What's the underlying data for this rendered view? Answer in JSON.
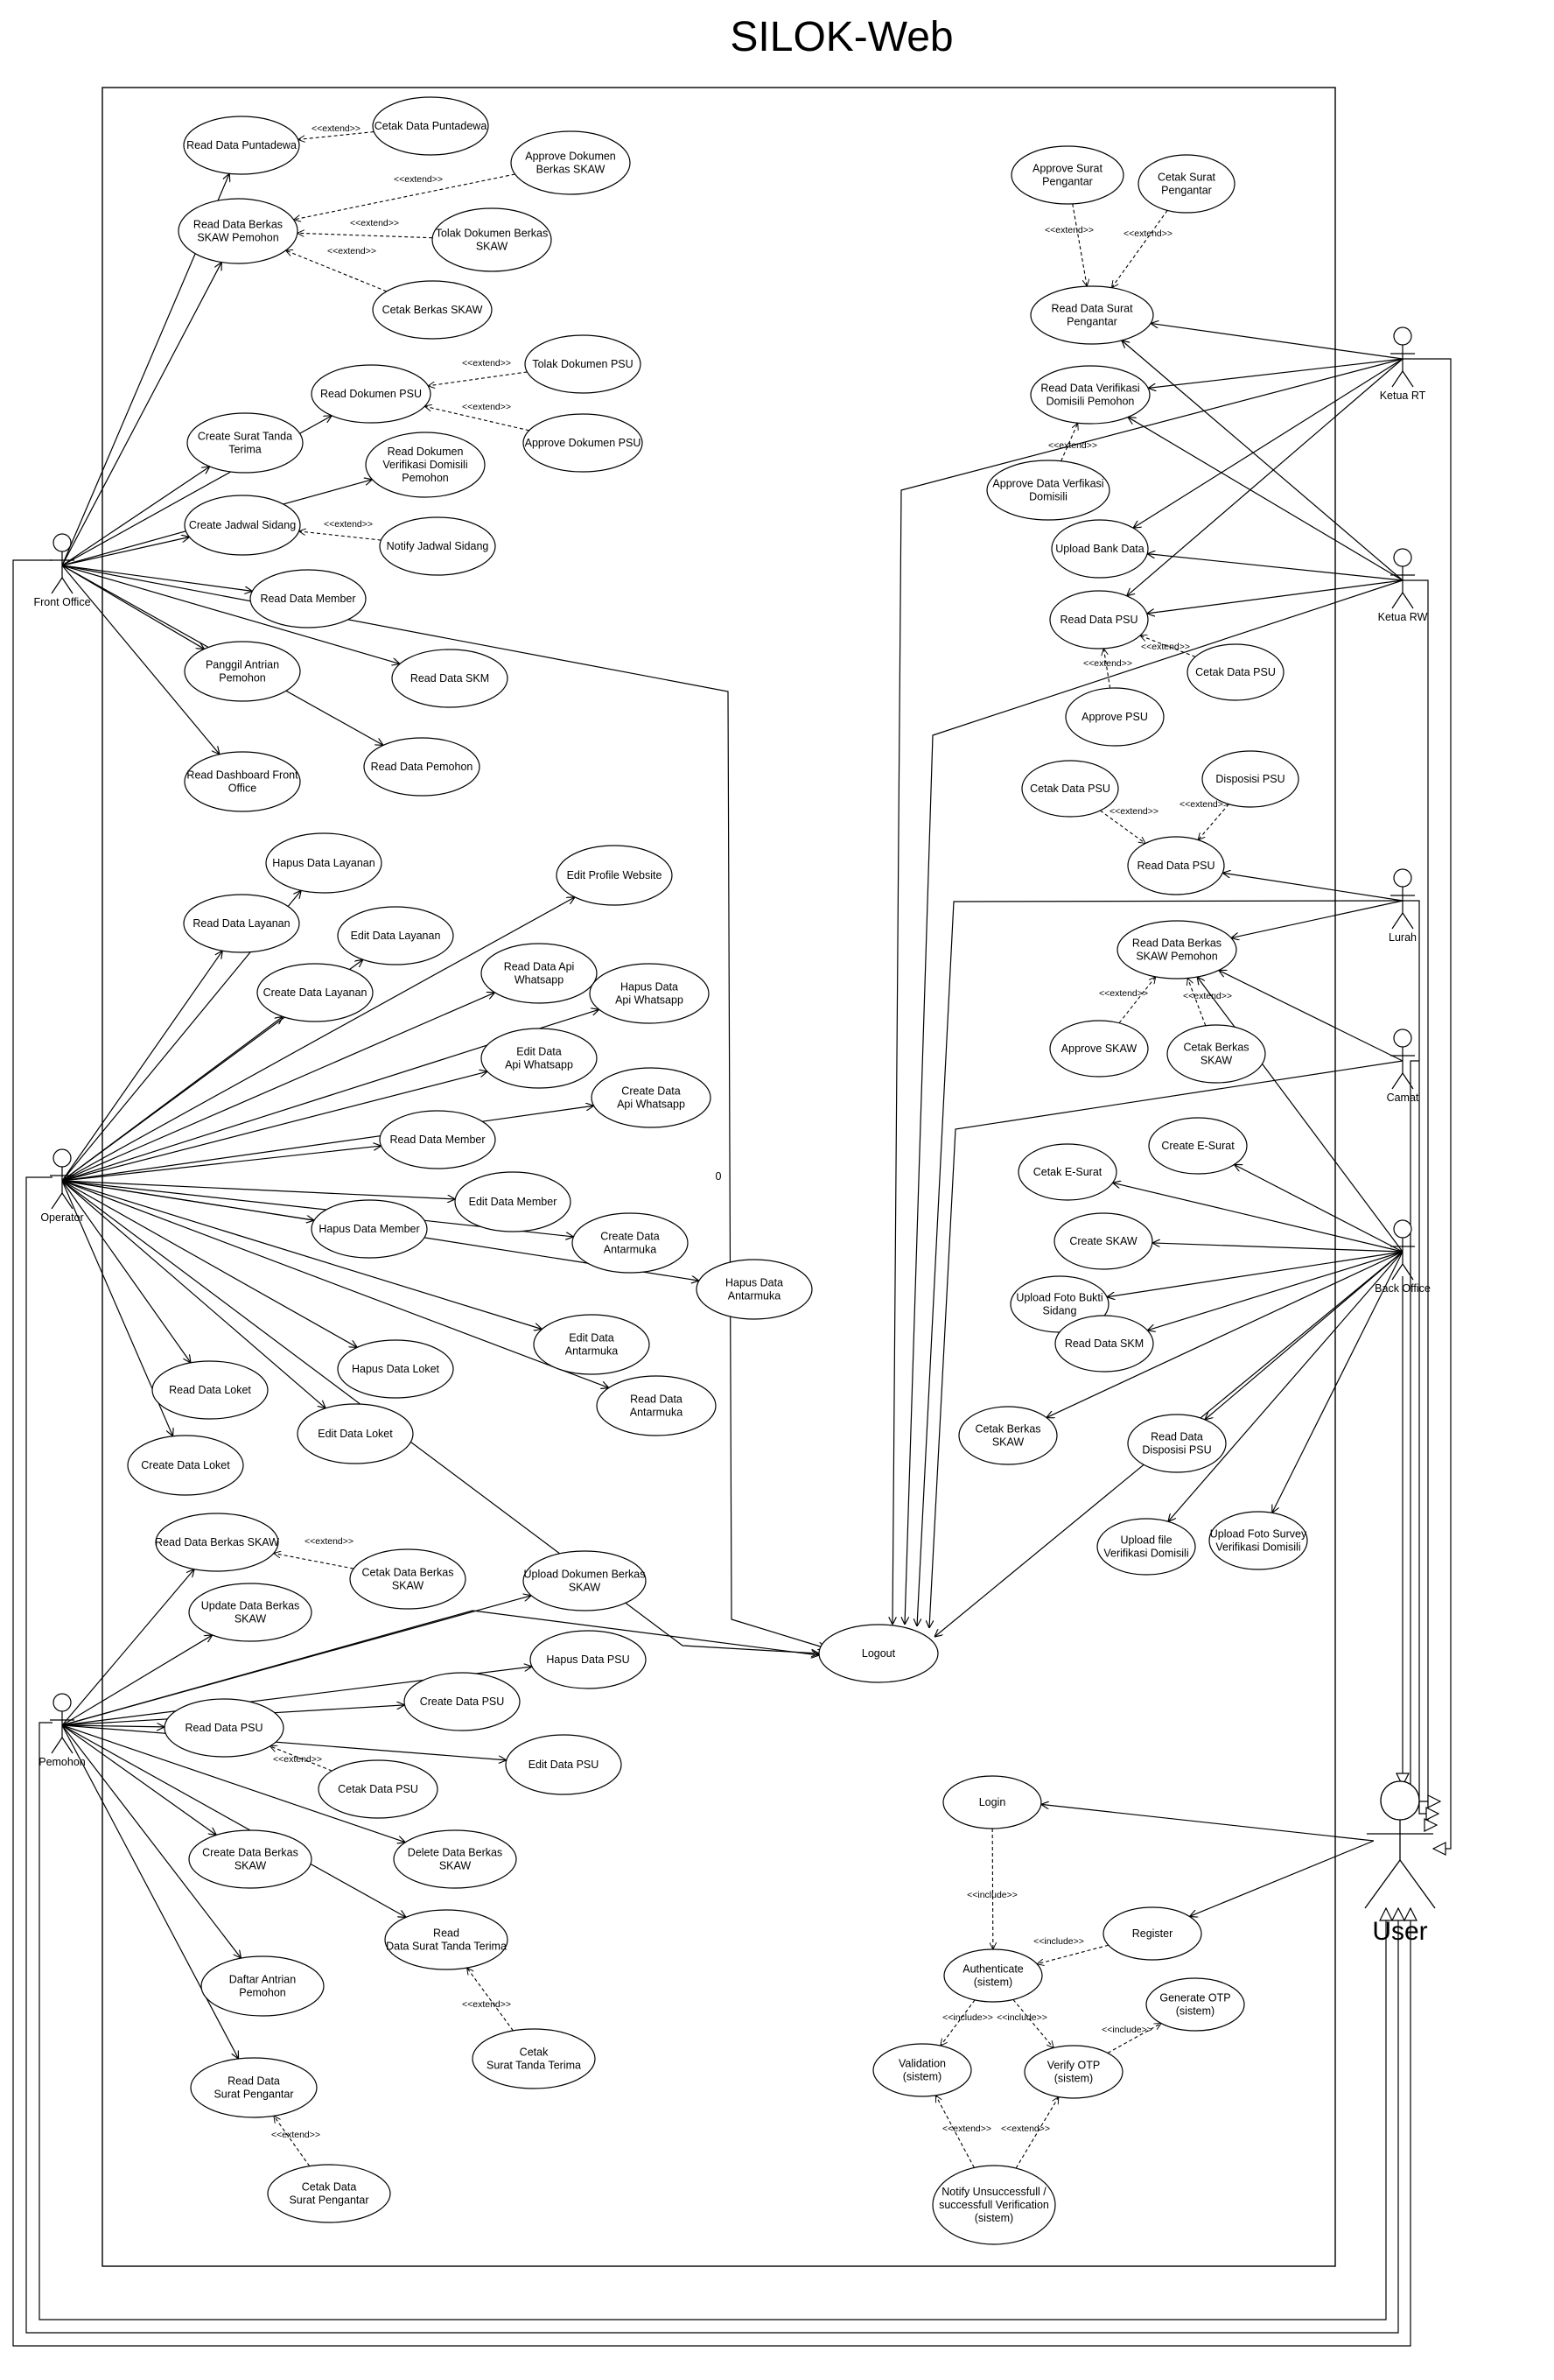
{
  "title": "SILOK-Web",
  "stray_label": "0",
  "actors": {
    "front_office": "Front Office",
    "operator": "Operator",
    "pemohon": "Pemohon",
    "ketua_rt": "Ketua RT",
    "ketua_rw": "Ketua RW",
    "lurah": "Lurah",
    "camat": "Camat",
    "back_office": "Back Office",
    "user": "User"
  },
  "relations": {
    "extend": "<<extend>>",
    "include": "<<include>>"
  },
  "use_cases": {
    "fo_read_puntadewa": [
      "Read Data Puntadewa"
    ],
    "fo_cetak_puntadewa": [
      "Cetak Data Puntadewa"
    ],
    "fo_read_berkas_skaw": [
      "Read Data Berkas",
      "SKAW Pemohon"
    ],
    "fo_approve_dok_skaw": [
      "Approve Dokumen",
      "Berkas SKAW"
    ],
    "fo_tolak_dok_skaw": [
      "Tolak Dokumen Berkas",
      "SKAW"
    ],
    "fo_cetak_berkas_skaw": [
      "Cetak Berkas SKAW"
    ],
    "fo_read_dok_psu": [
      "Read Dokumen PSU"
    ],
    "fo_tolak_dok_psu": [
      "Tolak Dokumen PSU"
    ],
    "fo_approve_dok_psu": [
      "Approve Dokumen PSU"
    ],
    "fo_create_surat_tanda_terima": [
      "Create Surat Tanda",
      "Terima"
    ],
    "fo_read_dok_verifikasi": [
      "Read Dokumen",
      "Verifikasi Domisili",
      "Pemohon"
    ],
    "fo_create_jadwal_sidang": [
      "Create Jadwal Sidang"
    ],
    "fo_notify_jadwal_sidang": [
      "Notify Jadwal Sidang"
    ],
    "fo_read_member": [
      "Read Data Member"
    ],
    "fo_panggil_antrian": [
      "Panggil Antrian",
      "Pemohon"
    ],
    "fo_read_skm": [
      "Read Data SKM"
    ],
    "fo_read_pemohon": [
      "Read Data Pemohon"
    ],
    "fo_dashboard": [
      "Read Dashboard Front",
      "Office"
    ],
    "op_hapus_layanan": [
      "Hapus Data Layanan"
    ],
    "op_read_layanan": [
      "Read Data Layanan"
    ],
    "op_edit_layanan": [
      "Edit Data Layanan"
    ],
    "op_create_layanan": [
      "Create Data Layanan"
    ],
    "op_edit_profile": [
      "Edit Profile Website"
    ],
    "op_read_api_wa": [
      "Read Data Api",
      "Whatsapp"
    ],
    "op_hapus_api_wa": [
      "Hapus Data",
      "Api Whatsapp"
    ],
    "op_edit_api_wa": [
      "Edit Data",
      "Api Whatsapp"
    ],
    "op_create_api_wa": [
      "Create Data",
      "Api Whatsapp"
    ],
    "op_read_member": [
      "Read Data Member"
    ],
    "op_edit_member": [
      "Edit Data Member"
    ],
    "op_hapus_member": [
      "Hapus Data Member"
    ],
    "op_create_antarmuka": [
      "Create Data",
      "Antarmuka"
    ],
    "op_hapus_antarmuka": [
      "Hapus Data",
      "Antarmuka"
    ],
    "op_edit_antarmuka": [
      "Edit Data",
      "Antarmuka"
    ],
    "op_read_antarmuka": [
      "Read Data",
      "Antarmuka"
    ],
    "op_hapus_loket": [
      "Hapus Data Loket"
    ],
    "op_read_loket": [
      "Read Data Loket"
    ],
    "op_edit_loket": [
      "Edit Data Loket"
    ],
    "op_create_loket": [
      "Create Data Loket"
    ],
    "pm_read_berkas_skaw": [
      "Read Data Berkas SKAW"
    ],
    "pm_cetak_berkas_skaw": [
      "Cetak Data Berkas",
      "SKAW"
    ],
    "pm_update_berkas_skaw": [
      "Update Data Berkas",
      "SKAW"
    ],
    "pm_upload_dok_berkas": [
      "Upload Dokumen Berkas",
      "SKAW"
    ],
    "pm_hapus_psu": [
      "Hapus Data PSU"
    ],
    "pm_create_psu": [
      "Create Data PSU"
    ],
    "pm_read_psu": [
      "Read Data PSU"
    ],
    "pm_edit_psu": [
      "Edit Data PSU"
    ],
    "pm_cetak_psu": [
      "Cetak Data PSU"
    ],
    "pm_create_berkas_skaw": [
      "Create Data Berkas",
      "SKAW"
    ],
    "pm_delete_berkas_skaw": [
      "Delete Data Berkas",
      "SKAW"
    ],
    "pm_read_surat_tanda_terima": [
      "Read",
      "Data Surat Tanda Terima"
    ],
    "pm_cetak_surat_tanda_terima": [
      "Cetak",
      "Surat Tanda Terima"
    ],
    "pm_daftar_antrian": [
      "Daftar Antrian",
      "Pemohon"
    ],
    "pm_read_surat_pengantar": [
      "Read Data",
      "Surat Pengantar"
    ],
    "pm_cetak_surat_pengantar": [
      "Cetak Data",
      "Surat Pengantar"
    ],
    "logout": [
      "Logout"
    ],
    "rt_approve_surat": [
      "Approve Surat",
      "Pengantar"
    ],
    "rt_cetak_surat": [
      "Cetak Surat",
      "Pengantar"
    ],
    "rt_read_surat": [
      "Read Data Surat",
      "Pengantar"
    ],
    "rt_read_verifikasi": [
      "Read Data Verifikasi",
      "Domisili Pemohon"
    ],
    "rt_approve_verifikasi": [
      "Approve Data Verfikasi",
      "Domisili"
    ],
    "rt_upload_bank": [
      "Upload Bank Data"
    ],
    "rw_read_psu": [
      "Read Data PSU"
    ],
    "rw_cetak_psu": [
      "Cetak Data PSU"
    ],
    "rw_approve_psu": [
      "Approve PSU"
    ],
    "lu_cetak_psu": [
      "Cetak Data PSU"
    ],
    "lu_disposisi_psu": [
      "Disposisi PSU"
    ],
    "lu_read_psu": [
      "Read Data PSU"
    ],
    "lu_read_berkas_skaw": [
      "Read Data Berkas",
      "SKAW Pemohon"
    ],
    "lu_approve_skaw": [
      "Approve SKAW"
    ],
    "lu_cetak_berkas_skaw": [
      "Cetak Berkas",
      "SKAW"
    ],
    "bo_create_esurat": [
      "Create E-Surat"
    ],
    "bo_cetak_esurat": [
      "Cetak E-Surat"
    ],
    "bo_create_skaw": [
      "Create SKAW"
    ],
    "bo_upload_foto_sidang": [
      "Upload Foto Bukti",
      "Sidang"
    ],
    "bo_read_skm": [
      "Read Data SKM"
    ],
    "bo_cetak_berkas_skaw": [
      "Cetak Berkas",
      "SKAW"
    ],
    "bo_read_disposisi": [
      "Read Data",
      "Disposisi PSU"
    ],
    "bo_upload_verifikasi": [
      "Upload file",
      "Verifikasi Domisili"
    ],
    "bo_upload_foto_survey": [
      "Upload Foto Survey",
      "Verifikasi Domisili"
    ],
    "us_login": [
      "Login"
    ],
    "us_register": [
      "Register"
    ],
    "us_authenticate": [
      "Authenticate",
      "(sistem)"
    ],
    "us_generate_otp": [
      "Generate OTP",
      "(sistem)"
    ],
    "us_validation": [
      "Validation",
      "(sistem)"
    ],
    "us_verify_otp": [
      "Verify OTP",
      "(sistem)"
    ],
    "us_notify": [
      "Notify Unsuccessfull /",
      "successfull Verification",
      "(sistem)"
    ]
  }
}
